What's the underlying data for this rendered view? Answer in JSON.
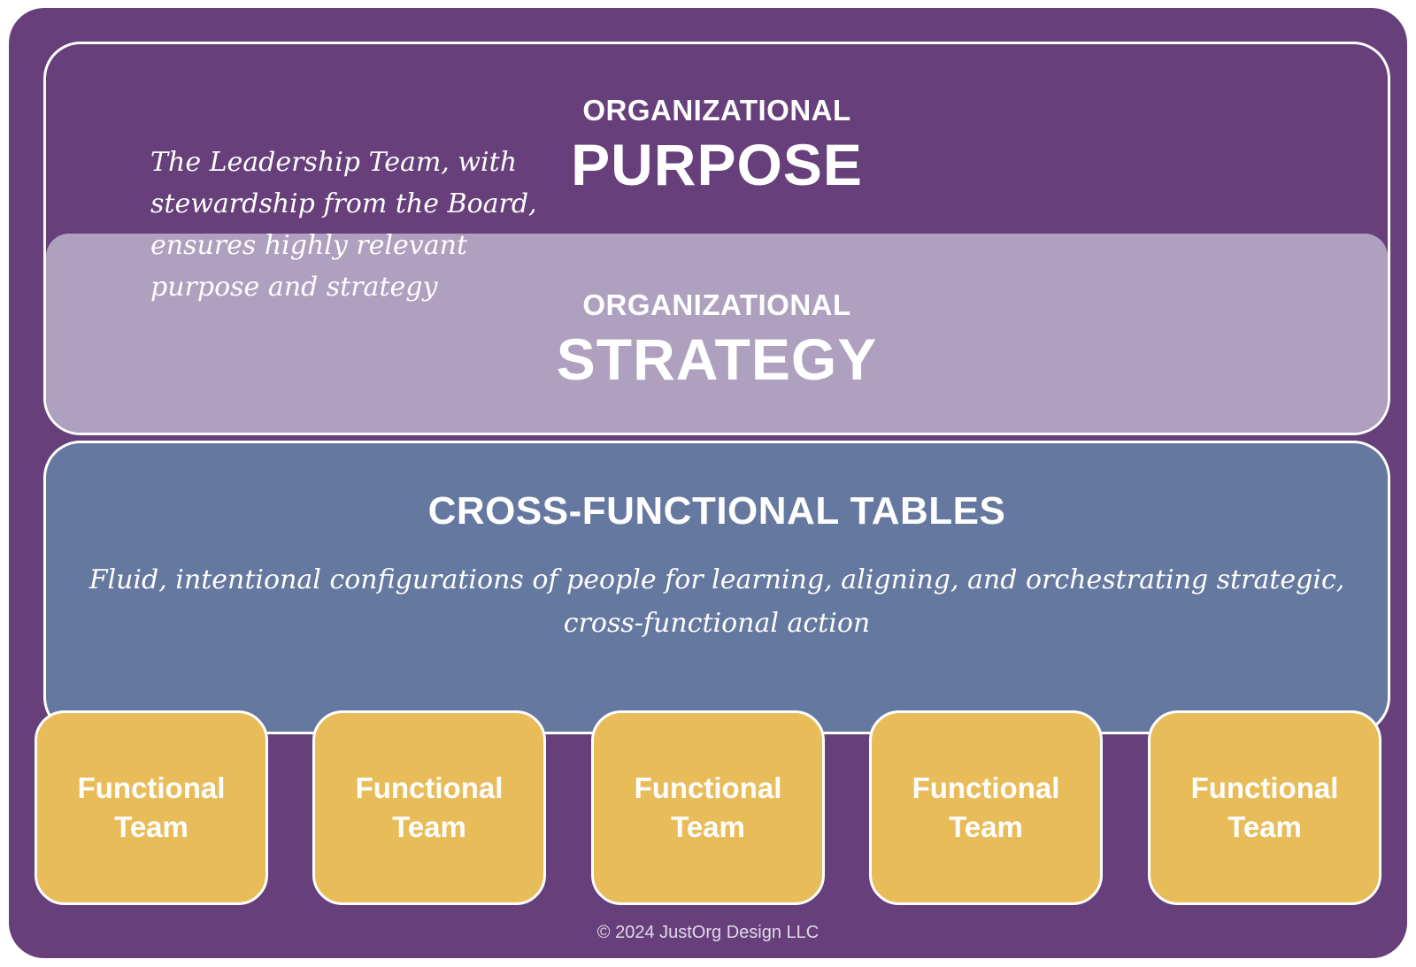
{
  "purpose": {
    "kicker": "ORGANIZATIONAL",
    "title": "PURPOSE"
  },
  "strategy": {
    "kicker": "ORGANIZATIONAL",
    "title": "STRATEGY"
  },
  "leadership_note": "The Leadership Team, with stewardship from the Board, ensures highly relevant purpose and strategy",
  "cross_functional": {
    "title": "CROSS-FUNCTIONAL TABLES",
    "description": "Fluid, intentional configurations of people for learning, aligning, and orchestrating strategic, cross-functional action"
  },
  "functional_teams": [
    {
      "label": "Functional Team"
    },
    {
      "label": "Functional Team"
    },
    {
      "label": "Functional Team"
    },
    {
      "label": "Functional Team"
    },
    {
      "label": "Functional Team"
    }
  ],
  "copyright": "© 2024 JustOrg Design LLC",
  "colors": {
    "frame_purple": "#663f7b",
    "strategy_lavender": "#afa0bf",
    "tables_blue": "#65789f",
    "team_gold": "#e9bc5a",
    "text_white": "#ffffff"
  }
}
